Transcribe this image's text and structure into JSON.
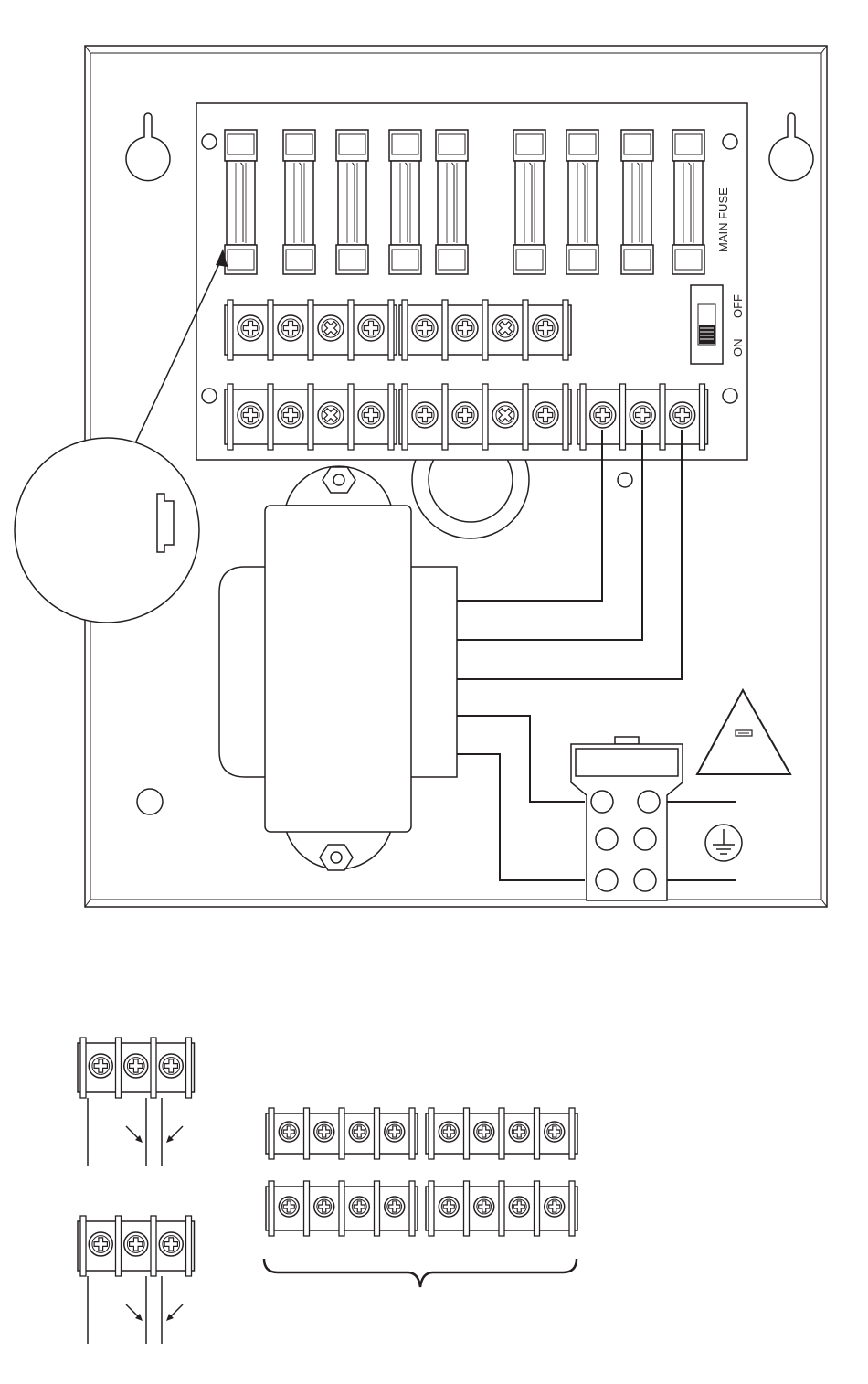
{
  "diagram": {
    "labels": {
      "main_fuse": "MAIN FUSE",
      "switch_off": "OFF",
      "switch_on": "ON"
    },
    "icons": {
      "earth_ground": "ground-symbol-icon",
      "warning": "fuse-warning-triangle-icon",
      "mounting_hole": "keyhole-icon"
    },
    "components": {
      "fuses": 9,
      "upper_terminal_screws": 8,
      "lower_terminal_screws": 8,
      "ac_input_screws": 3
    },
    "colors": {
      "ink": "#231f20",
      "panel": "#ffffff"
    }
  }
}
